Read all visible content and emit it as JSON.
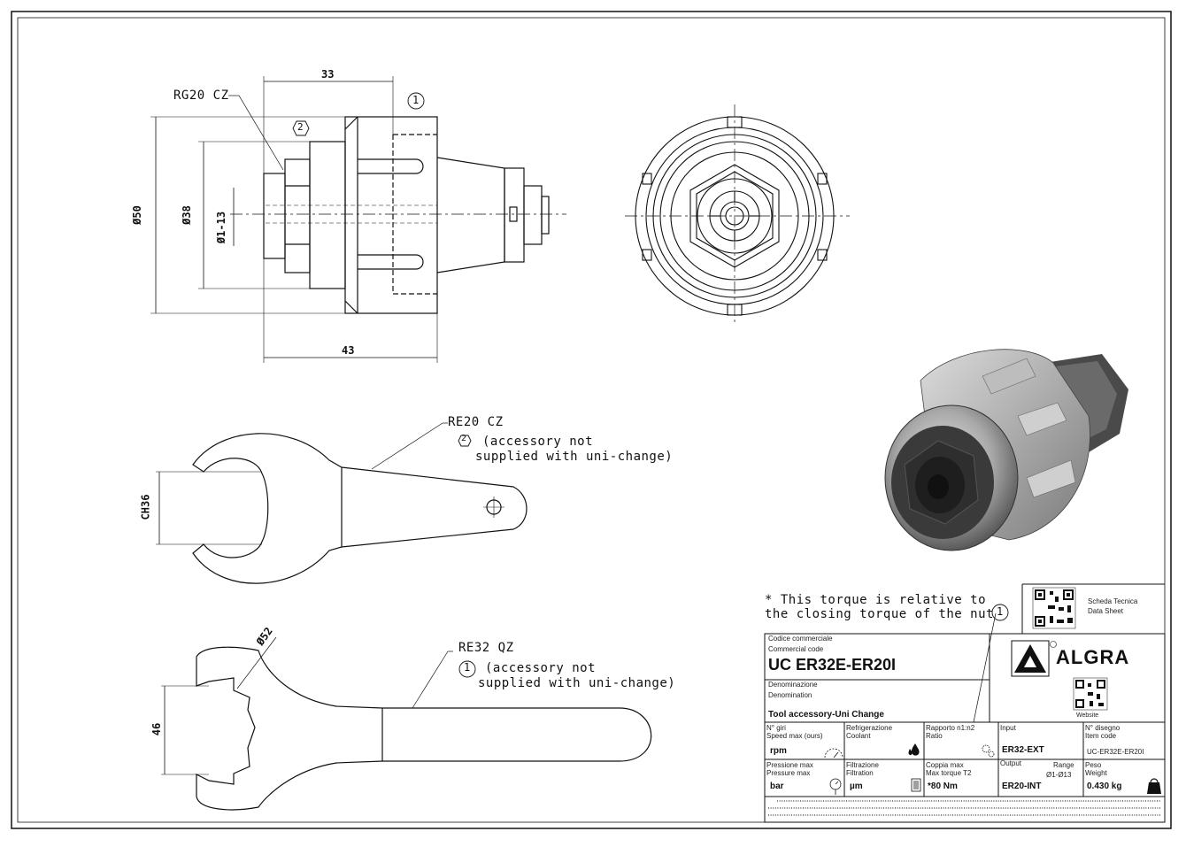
{
  "views": {
    "side": {
      "dim_length_top": "33",
      "dim_length_bottom": "43",
      "dia_outer": "Ø50",
      "dia_mid": "Ø38",
      "dia_range": "Ø1-13",
      "nut_label": "RG20 CZ",
      "balloon_1": "1",
      "balloon_2": "2"
    },
    "wrench_small": {
      "label": "RE20 CZ",
      "balloon": "2",
      "note_line1": "(accessory not",
      "note_line2": "supplied with uni-change)",
      "dim": "CH36"
    },
    "wrench_large": {
      "label": "RE32 QZ",
      "balloon": "1",
      "note_line1": "(accessory not",
      "note_line2": "supplied with uni-change)",
      "dim_dia": "Ø52",
      "dim_width": "46"
    }
  },
  "torque_note": {
    "line1": "* This torque is relative to",
    "line2": "the closing torque of the nut",
    "balloon": "1"
  },
  "title_block": {
    "datasheet_it": "Scheda Tecnica",
    "datasheet_en": "Data Sheet",
    "website_label": "Website",
    "brand": "ALGRA",
    "commercial_code_it": "Codice commerciale",
    "commercial_code_en": "Commercial code",
    "commercial_code": "UC ER32E-ER20I",
    "denomination_it": "Denominazione",
    "denomination_en": "Denomination",
    "denomination": "Tool accessory-Uni Change",
    "speed_it": "N° giri",
    "speed_en": "Speed max (ours)",
    "speed_unit": "rpm",
    "coolant_it": "Refrigerazione",
    "coolant_en": "Coolant",
    "ratio_it": "Rapporto n1:n2",
    "ratio_en": "Ratio",
    "input_it": "Input",
    "input_value": "ER32-EXT",
    "drawing_it": "N° disegno",
    "drawing_en": "Item code",
    "drawing_value": "UC-ER32E-ER20I",
    "pressure_it": "Pressione max",
    "pressure_en": "Pressure max",
    "pressure_unit": "bar",
    "filtration_it": "Filtrazione",
    "filtration_en": "Filtration",
    "filtration_unit": "µm",
    "torque_it": "Coppia max",
    "torque_en": "Max torque T2",
    "torque_value": "*80 Nm",
    "output_it": "Output",
    "range_label": "Range",
    "range_value": "Ø1-Ø13",
    "output_value": "ER20-INT",
    "weight_it": "Peso",
    "weight_en": "Weight",
    "weight_value": "0.430 kg"
  },
  "colors": {
    "line": "#111111",
    "render_dark": "#3a3a3a",
    "render_mid": "#8a8a8a",
    "render_light": "#d6d6d6"
  }
}
